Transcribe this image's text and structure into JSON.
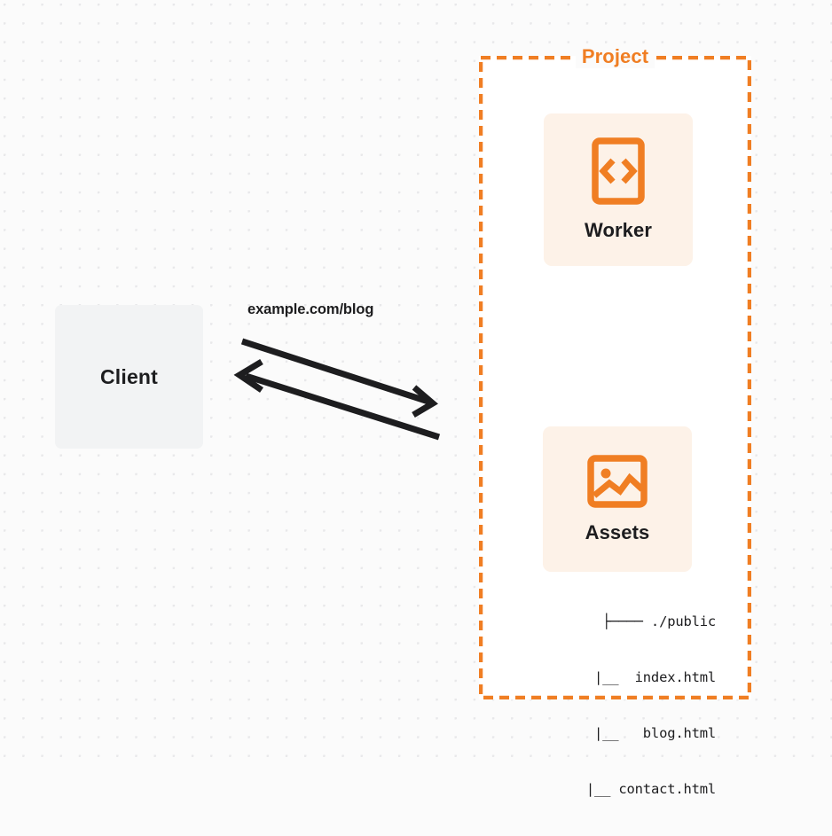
{
  "diagram": {
    "title_visible": false,
    "background": {
      "color": "#fbfbfb",
      "dot_color": "#e8e8ea",
      "pattern": "dot-grid"
    },
    "colors": {
      "accent_orange": "#f07e23",
      "card_fill": "#fdf2e8",
      "client_fill": "#f2f3f4",
      "text_dark": "#1d1d1f",
      "container_fill": "#ffffff"
    }
  },
  "client": {
    "label": "Client",
    "icon": "none"
  },
  "connection": {
    "label": "example.com/blog",
    "arrow_outbound_direction": "right",
    "arrow_inbound_direction": "left",
    "style": "bidirectional-parallel-arrows",
    "color": "#1d1d1f"
  },
  "project": {
    "title": "Project",
    "border_style": "dashed",
    "border_color": "#f07e23",
    "services": [
      {
        "name": "Worker",
        "icon": "code-brackets-icon",
        "icon_color": "#f07e23"
      },
      {
        "name": "Assets",
        "icon": "image-picture-icon",
        "icon_color": "#f07e23"
      }
    ],
    "file_tree": {
      "lines": [
        "├──── ./public",
        "    |__  index.html",
        "    |__   blog.html",
        "    |__ contact.html"
      ],
      "root": "./public",
      "files": [
        "index.html",
        "blog.html",
        "contact.html"
      ]
    }
  }
}
